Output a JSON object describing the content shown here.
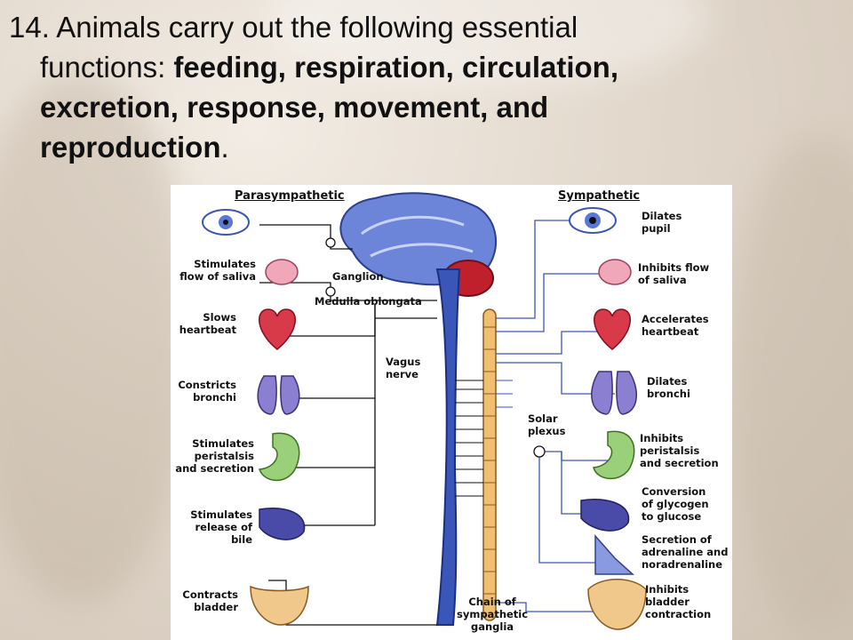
{
  "title": {
    "prefix": "14. Animals carry out the following essential",
    "line2_plain": "functions: ",
    "line2_bold": "feeding, respiration, circulation,",
    "line3_bold": "excretion, response, movement, and",
    "line4_bold": "reproduction",
    "line4_tail": "."
  },
  "diagram": {
    "parasympathetic": "Parasympathetic",
    "sympathetic": "Sympathetic",
    "ganglion": "Ganglion",
    "medulla": "Medulla oblongata",
    "vagus": "Vagus\nnerve",
    "solar": "Solar\nplexus",
    "chain": "Chain of\nsympathetic\nganglia",
    "left": [
      "Stimulates\nflow of saliva",
      "Slows\nheartbeat",
      "Constricts\nbronchi",
      "Stimulates\nperistalsis\nand secretion",
      "Stimulates\nrelease of bile",
      "Contracts\nbladder"
    ],
    "right": [
      "Dilates\npupil",
      "Inhibits flow\nof saliva",
      "Accelerates\nheartbeat",
      "Dilates\nbronchi",
      "Inhibits\nperistalsis\nand secretion",
      "Conversion\nof glycogen\nto glucose",
      "Secretion of\nadrenaline and\nnoradrenaline",
      "Inhibits\nbladder\ncontraction"
    ]
  },
  "colors": {
    "nerve": "#3a56b8",
    "brain": "#6d85d8",
    "organ_red": "#d83a4a",
    "lung": "#8a7fd0",
    "stomach": "#9bd07a",
    "spine": "#f0c070"
  }
}
